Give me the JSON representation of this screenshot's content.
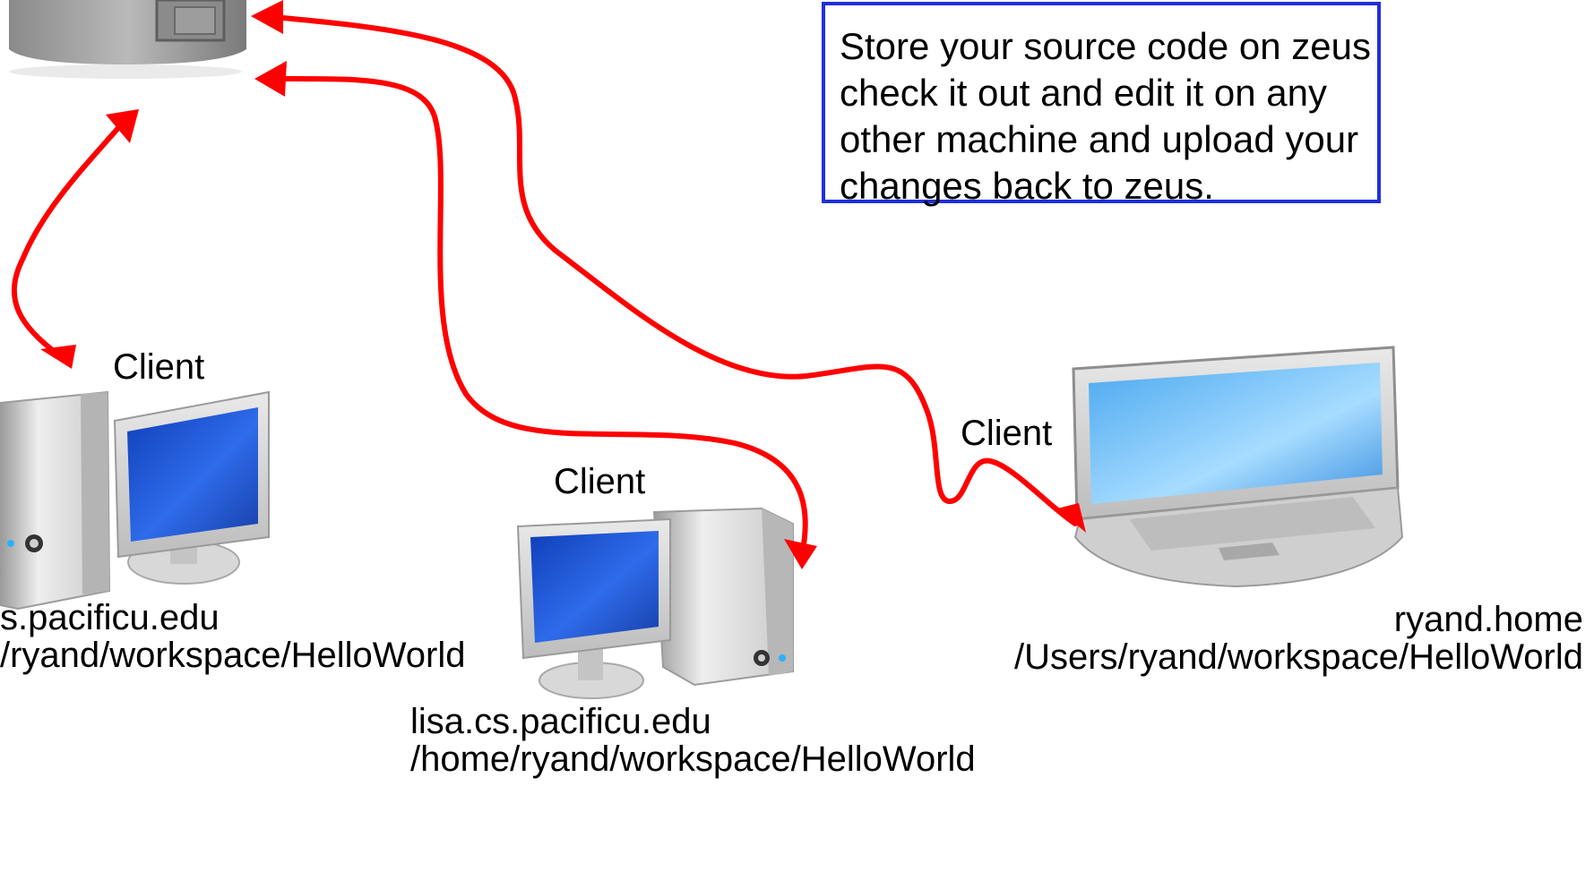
{
  "note": {
    "lines": [
      "Store your source code on zeus",
      "check it out and edit it on any",
      "other machine and upload your",
      "changes back to zeus."
    ]
  },
  "clients": {
    "left": {
      "role": "Client",
      "host": "s.pacificu.edu",
      "path": "/ryand/workspace/HelloWorld"
    },
    "middle": {
      "role": "Client",
      "host": "lisa.cs.pacificu.edu",
      "path": "/home/ryand/workspace/HelloWorld"
    },
    "right": {
      "role": "Client",
      "host": "ryand.home",
      "path": "/Users/ryand/workspace/HelloWorld"
    }
  },
  "colors": {
    "arrow": "#ff0000",
    "note_border": "#1f2fdb",
    "screen": "#1a4fd6"
  },
  "icons": {
    "server": "server-tower-icon",
    "desktop": "desktop-computer-icon",
    "laptop": "laptop-icon"
  }
}
